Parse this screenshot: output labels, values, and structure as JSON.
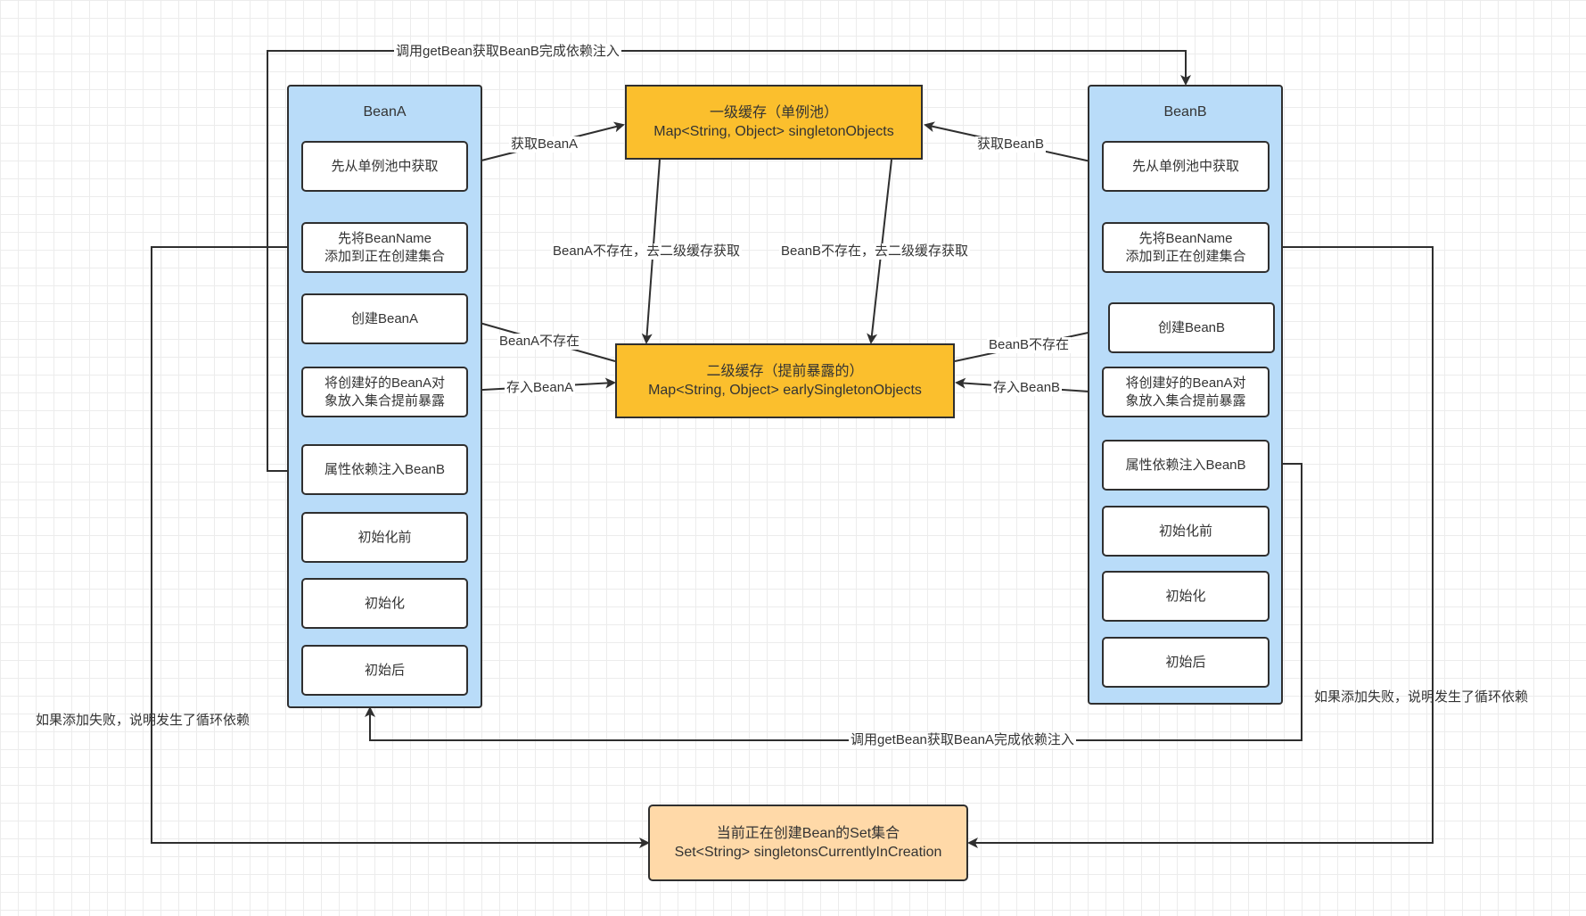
{
  "beanA": {
    "title": "BeanA",
    "steps": {
      "get_from_pool": "先从单例池中获取",
      "add_to_creating": "先将BeanName\n添加到正在创建集合",
      "create": "创建BeanA",
      "expose": "将创建好的BeanA对\n象放入集合提前暴露",
      "inject": "属性依赖注入BeanB",
      "pre_init": "初始化前",
      "init": "初始化",
      "post_init": "初始后"
    }
  },
  "beanB": {
    "title": "BeanB",
    "steps": {
      "get_from_pool": "先从单例池中获取",
      "add_to_creating": "先将BeanName\n添加到正在创建集合",
      "create": "创建BeanB",
      "expose": "将创建好的BeanA对\n象放入集合提前暴露",
      "inject": "属性依赖注入BeanB",
      "pre_init": "初始化前",
      "init": "初始化",
      "post_init": "初始后"
    }
  },
  "level1_cache": {
    "line1": "一级缓存（单例池）",
    "line2": "Map<String, Object> singletonObjects"
  },
  "level2_cache": {
    "line1": "二级缓存（提前暴露的）",
    "line2": "Map<String, Object> earlySingletonObjects"
  },
  "creating_set": {
    "line1": "当前正在创建Bean的Set集合",
    "line2": "Set<String> singletonsCurrentlyInCreation"
  },
  "labels": {
    "call_get_beanB": "调用getBean获取BeanB完成依赖注入",
    "call_get_beanA": "调用getBean获取BeanA完成依赖注入",
    "get_beanA": "获取BeanA",
    "get_beanB": "获取BeanB",
    "beanA_not_exist_l2": "BeanA不存在，去二级缓存获取",
    "beanB_not_exist_l2": "BeanB不存在，去二级缓存获取",
    "beanA_not_exist": "BeanA不存在",
    "beanB_not_exist": "BeanB不存在",
    "store_beanA": "存入BeanA",
    "store_beanB": "存入BeanB",
    "add_fail_left": "如果添加失败，说明发生了循环依赖",
    "add_fail_right": "如果添加失败，说明发生了循环依赖"
  },
  "colors": {
    "lane": "#b9dcf9",
    "cache": "#fbbf2d",
    "creating_set": "#ffd9a8",
    "stroke": "#2f2f2f"
  }
}
